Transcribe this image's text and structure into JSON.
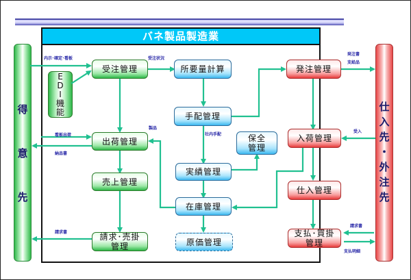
{
  "title": "バネ製品製造業",
  "customer": {
    "label": [
      "得",
      "意",
      "先"
    ]
  },
  "supplier": {
    "label": [
      "仕",
      "入",
      "先",
      "・",
      "外",
      "注",
      "先"
    ]
  },
  "edi": {
    "line1": "E",
    "line2": "D",
    "line3": "I",
    "line4": "機",
    "line5": "能"
  },
  "boxes": {
    "order_mgmt": "受注管理",
    "requirement_calc": "所要量計算",
    "purchase_order_mgmt": "発注管理",
    "arrangement_mgmt": "手配管理",
    "maintenance_line1": "保全",
    "maintenance_line2": "管理",
    "shipping_mgmt": "出荷管理",
    "receiving_mgmt": "入荷管理",
    "results_mgmt": "実績管理",
    "sales_mgmt": "売上管理",
    "purchasing_mgmt": "仕入管理",
    "inventory_mgmt": "在庫管理",
    "billing_line1": "請求･売掛",
    "billing_line2": "管理",
    "cost_mgmt": "原価管理",
    "payment_line1": "支払･買掛",
    "payment_line2": "管理"
  },
  "labels": {
    "forecast_confirm_kanban": "内示･確定･看板",
    "order_status": "受注状況",
    "po_doc": "発注書",
    "supplied_goods": "支給品",
    "products": "製品",
    "internal_arrangement": "社内手配",
    "kanban_shipping": "看板出荷",
    "delivery_note": "納品書",
    "received": "受入",
    "invoice_customer": "請求書",
    "invoice_supplier": "請求書",
    "payment_statement": "支払明細"
  },
  "colors": {
    "title_bg": "#00c8f8",
    "arrow": "#20c090",
    "customer_green": "#2fb84a",
    "supplier_red": "#e84848",
    "process_blue": "#3cb8f0",
    "label_text": "#2a2aa8"
  }
}
